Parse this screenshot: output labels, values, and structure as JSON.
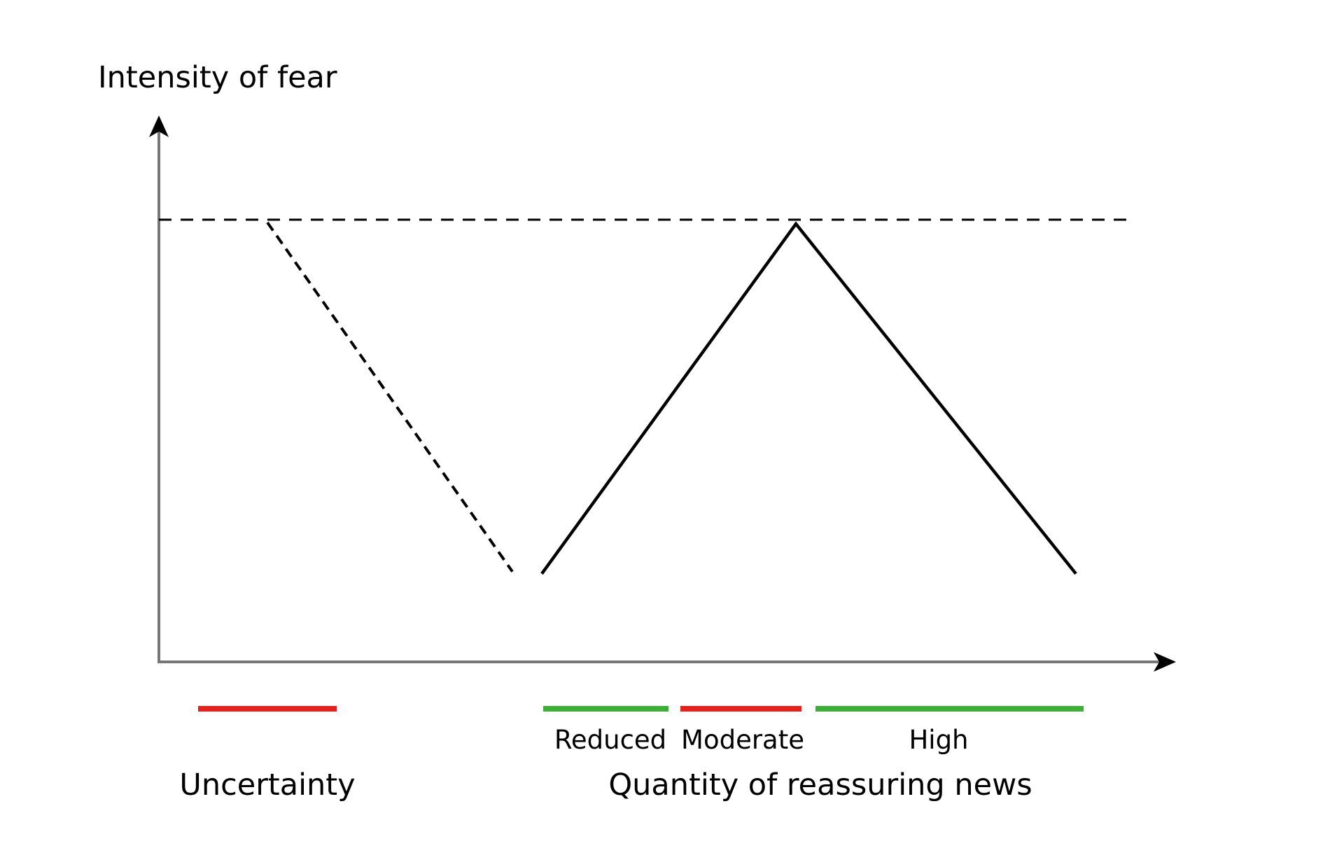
{
  "diagram": {
    "y_axis_label": "Intensity of fear",
    "left_group_label": "Uncertainty",
    "right_group_label": "Quantity of reassuring news",
    "levels": [
      {
        "label": "Reduced",
        "color": "#3cb034"
      },
      {
        "label": "Moderate",
        "color": "#e8201c"
      },
      {
        "label": "High",
        "color": "#3cb034"
      }
    ],
    "uncertainty_color": "#e8201c",
    "axis_color": "#777777",
    "line_color": "#000000"
  }
}
